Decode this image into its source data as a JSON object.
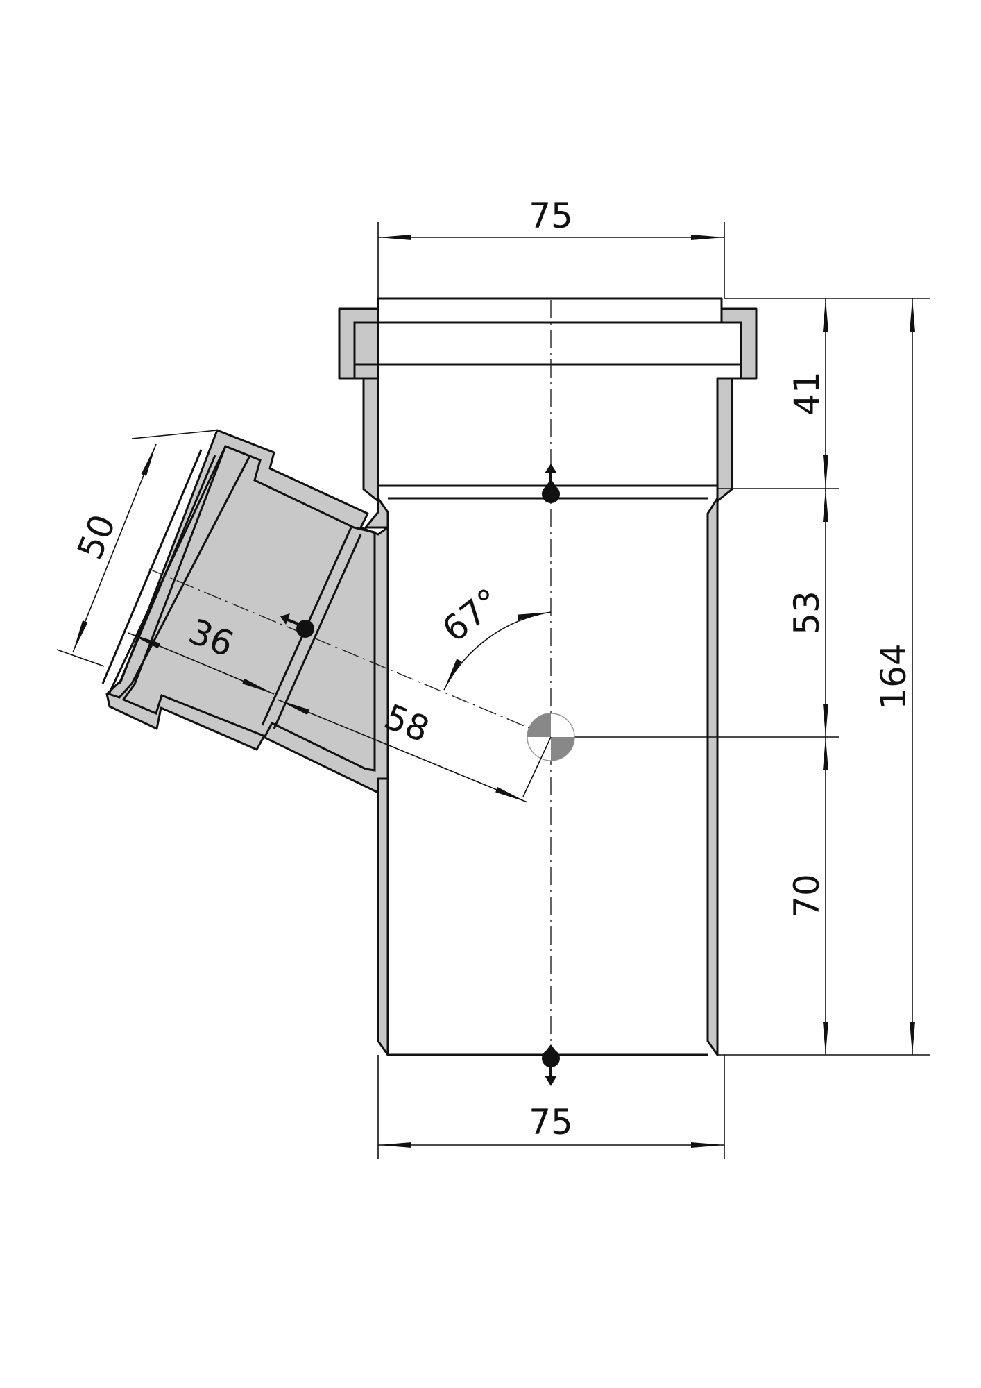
{
  "drawing": {
    "dimensions": {
      "top_width": "75",
      "bottom_width": "75",
      "socket_depth": "41",
      "upper_length": "53",
      "lower_length": "70",
      "total_length": "164",
      "branch_diameter": "50",
      "branch_socket": "36",
      "branch_length": "58",
      "branch_angle": "67°"
    },
    "colors": {
      "line": "#111111",
      "wall_fill": "#c8c8c8",
      "background": "#ffffff"
    }
  }
}
